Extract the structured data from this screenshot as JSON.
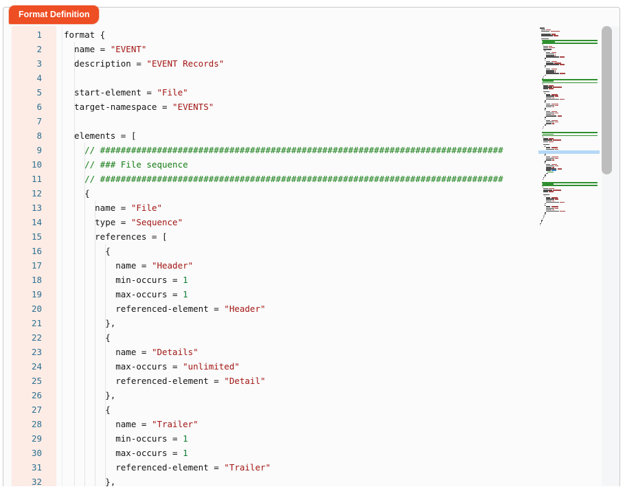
{
  "tab": {
    "label": "Format Definition"
  },
  "colors": {
    "accent_orange": "#ee4e23",
    "gutter_pink": "#fcece5",
    "line_number": "#2d6f91",
    "string_red": "#a31515",
    "comment_green": "#167c16",
    "number_green": "#0e7d33",
    "minimap_black": "#4d4d4d",
    "minimap_red": "#a84444",
    "minimap_green": "#2f8f2f",
    "minimap_blue": "#3f82c9",
    "scroll_thumb": "#bdbdbd"
  },
  "editor": {
    "lines": [
      {
        "n": 1,
        "tokens": [
          [
            "plain",
            "format {"
          ]
        ]
      },
      {
        "n": 2,
        "tokens": [
          [
            "plain",
            "  name = "
          ],
          [
            "string",
            "\"EVENT\""
          ]
        ]
      },
      {
        "n": 3,
        "tokens": [
          [
            "plain",
            "  description = "
          ],
          [
            "string",
            "\"EVENT Records\""
          ]
        ]
      },
      {
        "n": 4,
        "tokens": []
      },
      {
        "n": 5,
        "tokens": [
          [
            "plain",
            "  start-element = "
          ],
          [
            "string",
            "\"File\""
          ]
        ]
      },
      {
        "n": 6,
        "tokens": [
          [
            "plain",
            "  target-namespace = "
          ],
          [
            "string",
            "\"EVENTS\""
          ]
        ]
      },
      {
        "n": 7,
        "tokens": []
      },
      {
        "n": 8,
        "tokens": [
          [
            "plain",
            "  elements = ["
          ]
        ]
      },
      {
        "n": 9,
        "tokens": [
          [
            "comment",
            "    // ##############################################################################"
          ]
        ]
      },
      {
        "n": 10,
        "tokens": [
          [
            "comment",
            "    // ### File sequence"
          ]
        ]
      },
      {
        "n": 11,
        "tokens": [
          [
            "comment",
            "    // ##############################################################################"
          ]
        ]
      },
      {
        "n": 12,
        "tokens": [
          [
            "plain",
            "    {"
          ]
        ]
      },
      {
        "n": 13,
        "tokens": [
          [
            "plain",
            "      name = "
          ],
          [
            "string",
            "\"File\""
          ]
        ]
      },
      {
        "n": 14,
        "tokens": [
          [
            "plain",
            "      type = "
          ],
          [
            "string",
            "\"Sequence\""
          ]
        ]
      },
      {
        "n": 15,
        "tokens": [
          [
            "plain",
            "      references = ["
          ]
        ]
      },
      {
        "n": 16,
        "tokens": [
          [
            "plain",
            "        {"
          ]
        ]
      },
      {
        "n": 17,
        "tokens": [
          [
            "plain",
            "          name = "
          ],
          [
            "string",
            "\"Header\""
          ]
        ]
      },
      {
        "n": 18,
        "tokens": [
          [
            "plain",
            "          min-occurs = "
          ],
          [
            "number",
            "1"
          ]
        ]
      },
      {
        "n": 19,
        "tokens": [
          [
            "plain",
            "          max-occurs = "
          ],
          [
            "number",
            "1"
          ]
        ]
      },
      {
        "n": 20,
        "tokens": [
          [
            "plain",
            "          referenced-element = "
          ],
          [
            "string",
            "\"Header\""
          ]
        ]
      },
      {
        "n": 21,
        "tokens": [
          [
            "plain",
            "        },"
          ]
        ]
      },
      {
        "n": 22,
        "tokens": [
          [
            "plain",
            "        {"
          ]
        ]
      },
      {
        "n": 23,
        "tokens": [
          [
            "plain",
            "          name = "
          ],
          [
            "string",
            "\"Details\""
          ]
        ]
      },
      {
        "n": 24,
        "tokens": [
          [
            "plain",
            "          max-occurs = "
          ],
          [
            "string",
            "\"unlimited\""
          ]
        ]
      },
      {
        "n": 25,
        "tokens": [
          [
            "plain",
            "          referenced-element = "
          ],
          [
            "string",
            "\"Detail\""
          ]
        ]
      },
      {
        "n": 26,
        "tokens": [
          [
            "plain",
            "        },"
          ]
        ]
      },
      {
        "n": 27,
        "tokens": [
          [
            "plain",
            "        {"
          ]
        ]
      },
      {
        "n": 28,
        "tokens": [
          [
            "plain",
            "          name = "
          ],
          [
            "string",
            "\"Trailer\""
          ]
        ]
      },
      {
        "n": 29,
        "tokens": [
          [
            "plain",
            "          min-occurs = "
          ],
          [
            "number",
            "1"
          ]
        ]
      },
      {
        "n": 30,
        "tokens": [
          [
            "plain",
            "          max-occurs = "
          ],
          [
            "number",
            "1"
          ]
        ]
      },
      {
        "n": 31,
        "tokens": [
          [
            "plain",
            "          referenced-element = "
          ],
          [
            "string",
            "\"Trailer\""
          ]
        ]
      },
      {
        "n": 32,
        "tokens": [
          [
            "plain",
            "        },"
          ]
        ]
      }
    ]
  },
  "minimap": {
    "rows": [
      [
        "r",
        0,
        8,
        0
      ],
      [
        "r",
        2,
        7,
        7
      ],
      [
        "r",
        2,
        14,
        15
      ],
      [
        "b"
      ],
      [
        "r",
        2,
        16,
        6
      ],
      [
        "r",
        2,
        19,
        8
      ],
      [
        "b"
      ],
      [
        "r",
        2,
        12,
        0
      ],
      [
        "s"
      ],
      [
        "g",
        4,
        20
      ],
      [
        "s"
      ],
      [
        "r",
        4,
        1,
        0
      ],
      [
        "r",
        6,
        7,
        6
      ],
      [
        "r",
        6,
        7,
        10
      ],
      [
        "r",
        6,
        13,
        0
      ],
      [
        "r",
        8,
        1,
        0
      ],
      [
        "r",
        10,
        7,
        8
      ],
      [
        "r",
        10,
        13,
        1
      ],
      [
        "r",
        10,
        13,
        1
      ],
      [
        "r",
        10,
        21,
        8
      ],
      [
        "r",
        8,
        2,
        0
      ],
      [
        "r",
        8,
        1,
        0
      ],
      [
        "r",
        10,
        7,
        9
      ],
      [
        "r",
        10,
        12,
        11
      ],
      [
        "r",
        10,
        21,
        8
      ],
      [
        "r",
        8,
        2,
        0
      ],
      [
        "r",
        8,
        1,
        0
      ],
      [
        "r",
        10,
        7,
        9
      ],
      [
        "r",
        10,
        13,
        1
      ],
      [
        "r",
        10,
        13,
        1
      ],
      [
        "r",
        10,
        21,
        9
      ],
      [
        "r",
        8,
        2,
        0
      ],
      [
        "r",
        6,
        1,
        0
      ],
      [
        "r",
        4,
        2,
        0
      ],
      [
        "s"
      ],
      [
        "g",
        4,
        18
      ],
      [
        "s"
      ],
      [
        "r",
        4,
        1,
        0
      ],
      [
        "r",
        6,
        7,
        8
      ],
      [
        "r",
        6,
        14,
        14
      ],
      [
        "r",
        6,
        7,
        8
      ],
      [
        "b"
      ],
      [
        "r",
        6,
        10,
        0
      ],
      [
        "r",
        8,
        1,
        0
      ],
      [
        "r",
        10,
        7,
        10
      ],
      [
        "r",
        10,
        13,
        6
      ],
      [
        "r",
        10,
        9,
        3
      ],
      [
        "r",
        10,
        21,
        8
      ],
      [
        "r",
        8,
        2,
        0
      ],
      [
        "r",
        8,
        1,
        0
      ],
      [
        "r",
        10,
        7,
        12
      ],
      [
        "r",
        10,
        13,
        6
      ],
      [
        "r",
        10,
        9,
        3
      ],
      [
        "r",
        8,
        2,
        0
      ],
      [
        "r",
        8,
        1,
        0
      ],
      [
        "r",
        10,
        7,
        9
      ],
      [
        "r",
        10,
        13,
        6
      ],
      [
        "r",
        10,
        9,
        3
      ],
      [
        "r",
        10,
        17,
        7
      ],
      [
        "r",
        8,
        2,
        0
      ],
      [
        "r",
        8,
        1,
        0
      ],
      [
        "r",
        10,
        7,
        11
      ],
      [
        "r",
        10,
        13,
        6
      ],
      [
        "r",
        10,
        9,
        3
      ],
      [
        "r",
        8,
        2,
        0
      ],
      [
        "r",
        6,
        1,
        0
      ],
      [
        "r",
        4,
        2,
        0
      ],
      [
        "b"
      ],
      [
        "b"
      ],
      [
        "s"
      ],
      [
        "g",
        4,
        18
      ],
      [
        "s"
      ],
      [
        "r",
        4,
        1,
        0
      ],
      [
        "r",
        6,
        7,
        8
      ],
      [
        "r",
        6,
        14,
        13
      ],
      [
        "r",
        6,
        7,
        8
      ],
      [
        "b"
      ],
      [
        "r",
        6,
        10,
        0
      ],
      [
        "r",
        8,
        1,
        0
      ],
      [
        "r",
        10,
        7,
        10
      ],
      [
        "r",
        10,
        13,
        6
      ],
      [
        "r",
        10,
        9,
        3
      ],
      [
        "r",
        10,
        21,
        8
      ],
      [
        "r",
        8,
        2,
        0
      ],
      [
        "r",
        8,
        1,
        0
      ],
      [
        "r",
        10,
        7,
        12
      ],
      [
        "r",
        10,
        13,
        6
      ],
      [
        "r",
        10,
        9,
        3
      ],
      [
        "r",
        8,
        2,
        0
      ],
      [
        "r",
        8,
        1,
        0
      ],
      [
        "r",
        10,
        7,
        9
      ],
      [
        "r",
        10,
        13,
        6
      ],
      [
        "r",
        10,
        9,
        3
      ],
      [
        "r",
        10,
        17,
        7
      ],
      [
        "rb",
        10,
        8,
        7
      ],
      [
        "g",
        12,
        10
      ],
      [
        "r",
        10,
        3,
        0
      ],
      [
        "r",
        8,
        2,
        0
      ],
      [
        "r",
        8,
        1,
        0
      ],
      [
        "r",
        6,
        1,
        0
      ],
      [
        "r",
        4,
        2,
        0
      ],
      [
        "b"
      ],
      [
        "s"
      ],
      [
        "g",
        4,
        18
      ],
      [
        "s"
      ],
      [
        "r",
        4,
        1,
        0
      ],
      [
        "r",
        6,
        7,
        9
      ],
      [
        "r",
        6,
        14,
        13
      ],
      [
        "r",
        6,
        7,
        8
      ],
      [
        "b"
      ],
      [
        "r",
        6,
        10,
        0
      ],
      [
        "r",
        8,
        1,
        0
      ],
      [
        "r",
        10,
        7,
        10
      ],
      [
        "r",
        10,
        13,
        6
      ],
      [
        "r",
        10,
        9,
        3
      ],
      [
        "r",
        10,
        21,
        8
      ],
      [
        "r",
        8,
        2,
        0
      ],
      [
        "r",
        8,
        1,
        0
      ],
      [
        "r",
        10,
        7,
        12
      ],
      [
        "r",
        10,
        13,
        6
      ],
      [
        "r",
        10,
        9,
        3
      ],
      [
        "r",
        10,
        21,
        9
      ],
      [
        "r",
        8,
        2,
        0
      ],
      [
        "r",
        8,
        1,
        0
      ],
      [
        "r",
        6,
        2,
        0
      ],
      [
        "r",
        6,
        1,
        0
      ],
      [
        "r",
        4,
        2,
        0
      ],
      [
        "r",
        2,
        2,
        0
      ],
      [
        "r",
        2,
        1,
        0
      ],
      [
        "r",
        0,
        2,
        0
      ],
      [
        "r",
        0,
        1,
        0
      ]
    ]
  }
}
